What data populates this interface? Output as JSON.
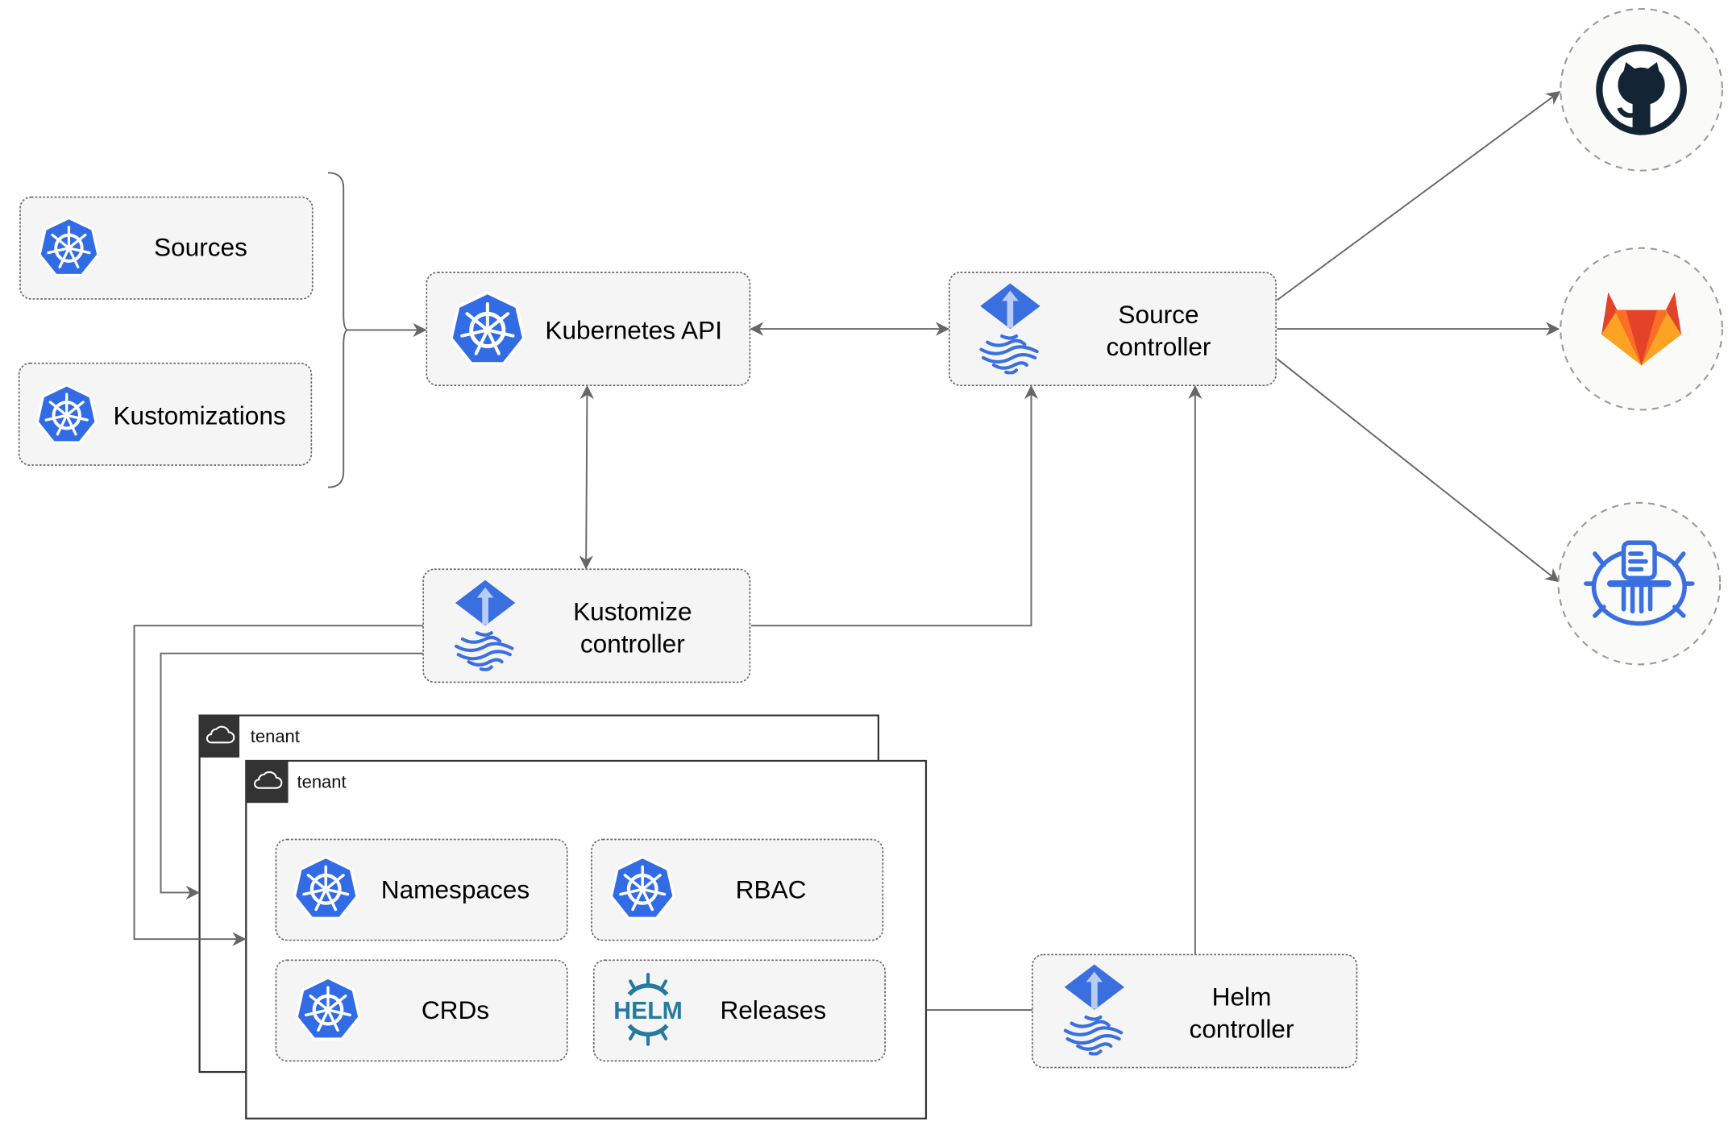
{
  "nodes": {
    "sources": "Sources",
    "kustomizations": "Kustomizations",
    "kubernetes_api": "Kubernetes API",
    "source_controller": [
      "Source",
      "controller"
    ],
    "kustomize_controller": [
      "Kustomize",
      "controller"
    ],
    "helm_controller": [
      "Helm",
      "controller"
    ],
    "namespaces": "Namespaces",
    "rbac": "RBAC",
    "crds": "CRDs",
    "releases": "Releases"
  },
  "tenants": [
    "tenant",
    "tenant"
  ],
  "external_sources": [
    "github-icon",
    "gitlab-icon",
    "bucket-icon"
  ],
  "logos": {
    "helm": "HELM"
  },
  "colors": {
    "kubernetes_blue": "#326ce5",
    "flux_blue": "#3a6fe0",
    "helm_teal": "#277a9f",
    "github_dark": "#132435",
    "gitlab_orange": "#e24329",
    "gitlab_light": "#fca326",
    "edge": "#666666",
    "box_fill": "#f5f5f5"
  }
}
